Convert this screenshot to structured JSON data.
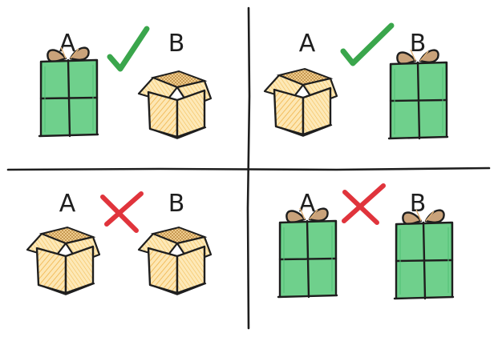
{
  "colors": {
    "gift": "#6fd08c",
    "gift_dark": "#2f9e57",
    "box": "#fde7b4",
    "box_hatch": "#f0b44a",
    "bow": "#c9a27a",
    "check": "#3aa64c",
    "cross": "#e0343c",
    "ink": "#1e1e1e"
  },
  "quadrants": [
    {
      "label_a": "A",
      "label_b": "B",
      "item_a": "gift",
      "item_b": "box",
      "mark": "check-icon"
    },
    {
      "label_a": "A",
      "label_b": "B",
      "item_a": "box",
      "item_b": "gift",
      "mark": "check-icon"
    },
    {
      "label_a": "A",
      "label_b": "B",
      "item_a": "box",
      "item_b": "box",
      "mark": "cross-icon"
    },
    {
      "label_a": "A",
      "label_b": "B",
      "item_a": "gift",
      "item_b": "gift",
      "mark": "cross-icon"
    }
  ]
}
